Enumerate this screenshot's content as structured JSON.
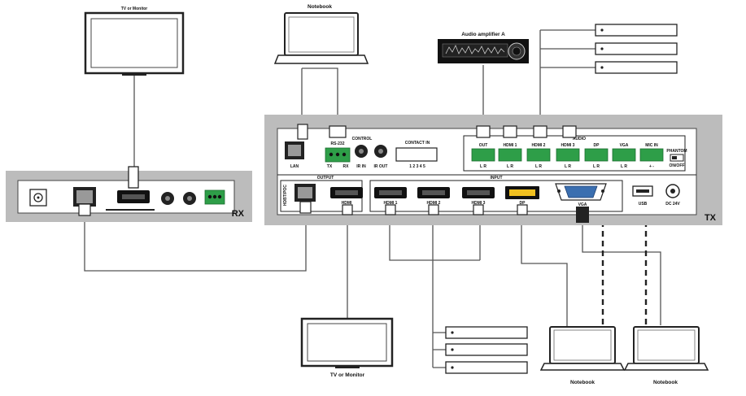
{
  "devices": {
    "tv_top": "TV or Monitor",
    "notebook_top": "Notebook",
    "audio_amp": "Audio amplifier A",
    "tv_bottom": "TV or Monitor",
    "notebook_bottom_left": "Notebook",
    "notebook_bottom_right": "Notebook"
  },
  "rx": {
    "name": "RX"
  },
  "tx": {
    "name": "TX",
    "lan": "LAN",
    "rs232": "RS-232",
    "control": "CONTROL",
    "contact_in": "CONTACT IN",
    "tx_rx": "TX",
    "rx_pin": "RX",
    "ir_in": "IR IN",
    "ir_out": "IR OUT",
    "contact_pins": "1 2 3 4 5",
    "audio": "AUDIO",
    "out": "OUT",
    "hdmi1": "HDMI 1",
    "hdmi2": "HDMI 2",
    "hdmi3": "HDMI 3",
    "dp": "DP",
    "vga": "VGA",
    "mic_in": "MIC IN",
    "phantom": "PHANTOM",
    "on_off": "ON/OFF",
    "lr": "L   R",
    "plus_minus": "+   -",
    "output": "OUTPUT",
    "input": "INPUT",
    "hdbt_poc": "HDBT/POC",
    "out_hdmi": "HDMI",
    "in_hdmi1": "HDMI 1",
    "in_hdmi2": "HDMI 2",
    "in_hdmi3": "HDMI 3",
    "in_dp": "DP",
    "in_vga": "VGA",
    "usb": "USB",
    "dc": "DC 24V"
  },
  "colors": {
    "panel": "#bcbcbc",
    "panel_face": "#ffffff",
    "terminal": "#2e9e48",
    "hdmi": "#111111",
    "dp_gold": "#f0c020",
    "vga_blue": "#3b6fb0",
    "line": "#444444"
  }
}
